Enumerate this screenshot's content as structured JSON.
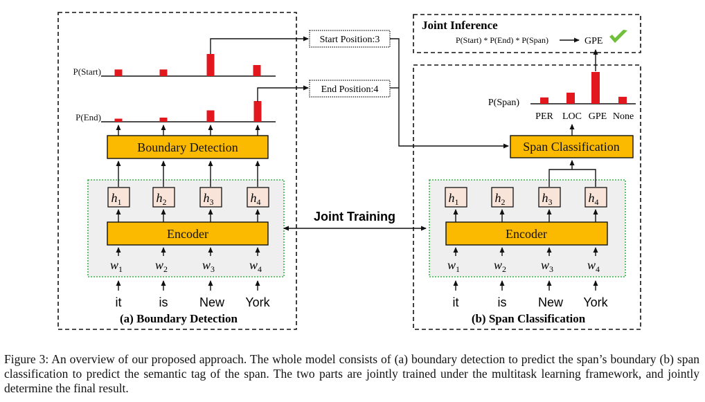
{
  "panel_a": {
    "title": "(a) Boundary Detection",
    "p_start_label": "P(Start)",
    "p_end_label": "P(End)",
    "p_start_values": [
      0.3,
      0.3,
      1.0,
      0.5
    ],
    "p_end_values": [
      0.15,
      0.2,
      0.55,
      1.0
    ],
    "boundary_label": "Boundary Detection",
    "encoder_label": "Encoder",
    "hidden": [
      [
        "h",
        "1"
      ],
      [
        "h",
        "2"
      ],
      [
        "h",
        "3"
      ],
      [
        "h",
        "4"
      ]
    ],
    "inputs": [
      [
        "w",
        "1"
      ],
      [
        "w",
        "2"
      ],
      [
        "w",
        "3"
      ],
      [
        "w",
        "4"
      ]
    ],
    "tokens": [
      "it",
      "is",
      "New",
      "York"
    ]
  },
  "panel_b": {
    "title": "(b) Span Classification",
    "p_span_label": "P(Span)",
    "classes": [
      "PER",
      "LOC",
      "GPE",
      "None"
    ],
    "p_span_values": [
      0.2,
      0.35,
      1.0,
      0.22
    ],
    "span_label": "Span Classification",
    "encoder_label": "Encoder",
    "hidden": [
      [
        "h",
        "1"
      ],
      [
        "h",
        "2"
      ],
      [
        "h",
        "3"
      ],
      [
        "h",
        "4"
      ]
    ],
    "inputs": [
      [
        "w",
        "1"
      ],
      [
        "w",
        "2"
      ],
      [
        "w",
        "3"
      ],
      [
        "w",
        "4"
      ]
    ],
    "tokens": [
      "it",
      "is",
      "New",
      "York"
    ]
  },
  "start_position": "Start Position:3",
  "end_position": "End Position:4",
  "joint_training": "Joint Training",
  "joint_inference": {
    "title": "Joint Inference",
    "formula": "P(Start) * P(End) * P(Span)",
    "result": "GPE"
  },
  "caption": "Figure 3: An overview of our proposed approach. The whole model consists of (a) boundary detection to predict the span’s boundary (b) span classification to predict the semantic tag of the span. The two parts are jointly trained under the multitask learning framework, and jointly determine the final result.",
  "colors": {
    "bar": "#e3171e",
    "box": "#fbb900",
    "hidden": "#f8e4d8",
    "green": "#3cb34a",
    "check": "#6fbf3a"
  }
}
